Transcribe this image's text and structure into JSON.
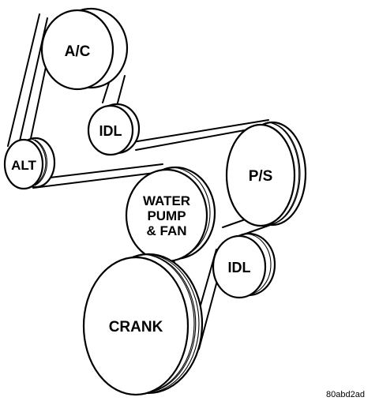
{
  "pulleys": {
    "ac": {
      "label": "A/C"
    },
    "idler_upper": {
      "label": "IDL"
    },
    "alt": {
      "label": "ALT"
    },
    "ps": {
      "label": "P/S"
    },
    "water_pump": {
      "lines": [
        "WATER",
        "PUMP",
        "& FAN"
      ]
    },
    "idler_lower": {
      "label": "IDL"
    },
    "crank": {
      "label": "CRANK"
    }
  },
  "figure_code": "80abd2ad",
  "colors": {
    "line": "#000000",
    "fill": "#ffffff"
  }
}
